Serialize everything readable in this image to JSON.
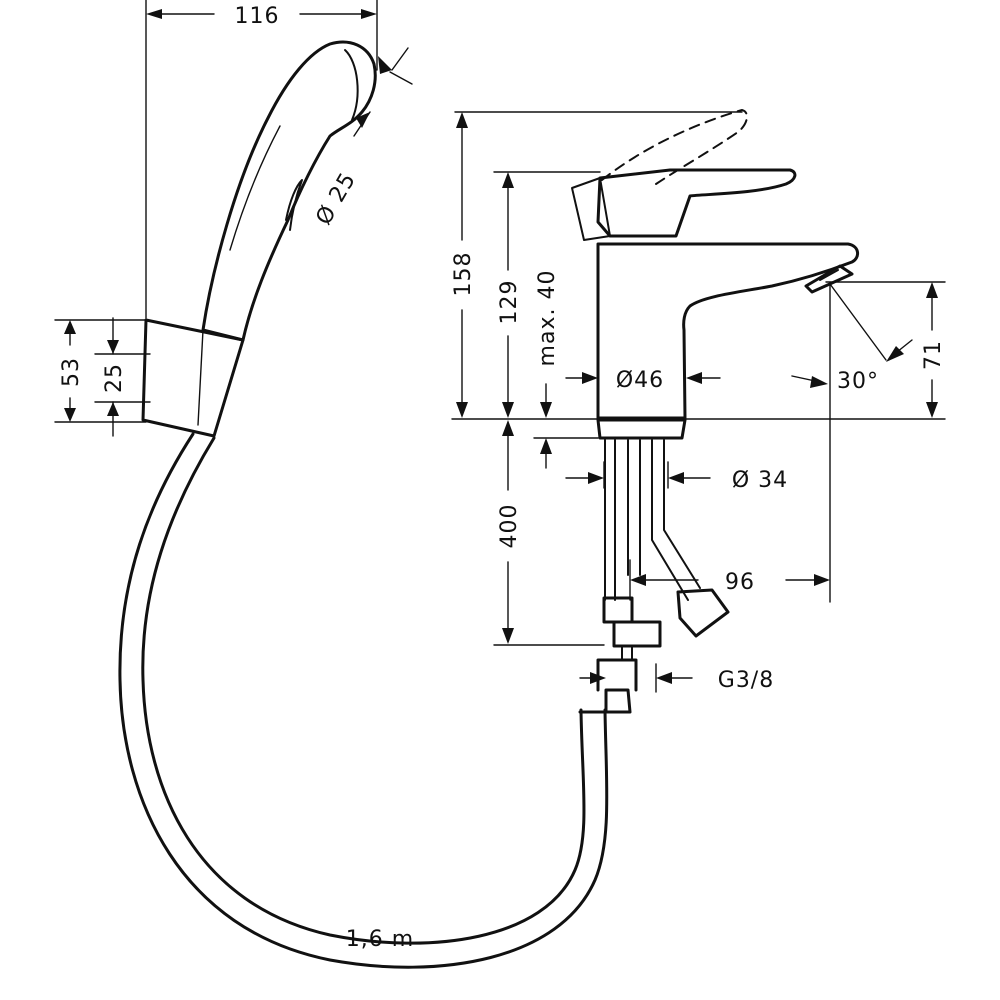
{
  "dimensions": {
    "handshower_width": "116",
    "handshower_head_diameter": "Ø 25",
    "holder_height": "53",
    "holder_inner": "25",
    "mixer_total_height": "158",
    "mixer_height": "129",
    "max_thickness": "max. 40",
    "body_diameter": "Ø46",
    "spout_height": "71",
    "spout_angle": "30°",
    "tail_length": "400",
    "tail_diameter": "Ø 34",
    "projection": "96",
    "connection": "G3/8",
    "hose_length": "1,6 m"
  }
}
